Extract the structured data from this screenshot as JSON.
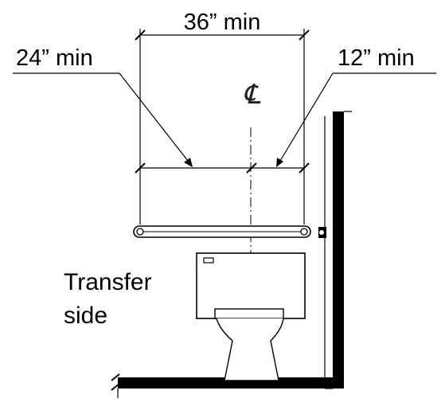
{
  "dimensions": {
    "overall": "36” min",
    "left": "24” min",
    "right": "12” min"
  },
  "centerline_symbol": "℄",
  "transfer_label": {
    "line1": "Transfer",
    "line2": "side"
  },
  "icons": {
    "centerline": "centerline-symbol-icon",
    "grab_bar": "grab-bar-icon",
    "toilet": "toilet-icon",
    "flush_handle": "flush-handle-icon",
    "toilet_paper": "toilet-paper-dispenser-icon"
  },
  "colors": {
    "line": "#000000",
    "background": "#ffffff"
  }
}
